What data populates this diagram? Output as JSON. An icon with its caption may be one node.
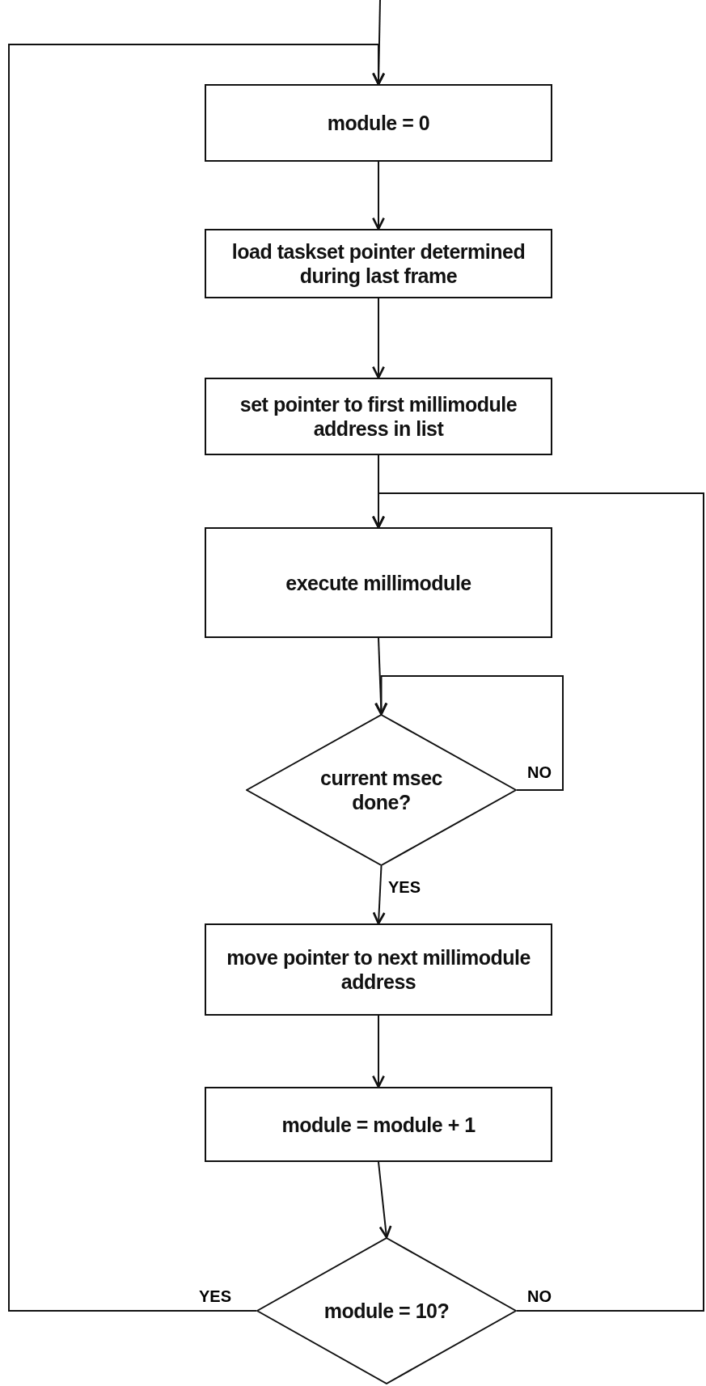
{
  "diagram": {
    "nodes": [
      {
        "text": [
          "module = 0"
        ]
      },
      {
        "text": [
          "load taskset pointer determined during last frame"
        ]
      },
      {
        "text": [
          "set pointer to first millimodule address in list"
        ]
      },
      {
        "text": [
          "execute millimodule"
        ]
      },
      {
        "text": [
          "current msec done?"
        ]
      },
      {
        "text": [
          "move pointer to next millimodule address"
        ]
      },
      {
        "text": [
          "module = module + 1"
        ]
      },
      {
        "text": [
          "module = 10?"
        ]
      }
    ],
    "edges": [
      {
        "from": null,
        "to": 0,
        "arrow": "to"
      },
      {
        "from": 0,
        "to": 1,
        "arrow": "to"
      },
      {
        "from": 1,
        "to": 2,
        "arrow": "to"
      },
      {
        "from": 2,
        "to": 3,
        "arrow": "to"
      },
      {
        "from": 3,
        "to": 4,
        "arrow": "to"
      },
      {
        "from": 4,
        "to": 4,
        "arrow": "to",
        "label": "NO"
      },
      {
        "from": 4,
        "to": 5,
        "arrow": "to",
        "label": "YES"
      },
      {
        "from": 5,
        "to": 6,
        "arrow": "to"
      },
      {
        "from": 6,
        "to": 7,
        "arrow": "to"
      },
      {
        "from": 7,
        "to": 0,
        "arrow": "to",
        "label": "YES"
      },
      {
        "from": 7,
        "to": 3,
        "arrow": "to",
        "label": "NO"
      }
    ]
  }
}
